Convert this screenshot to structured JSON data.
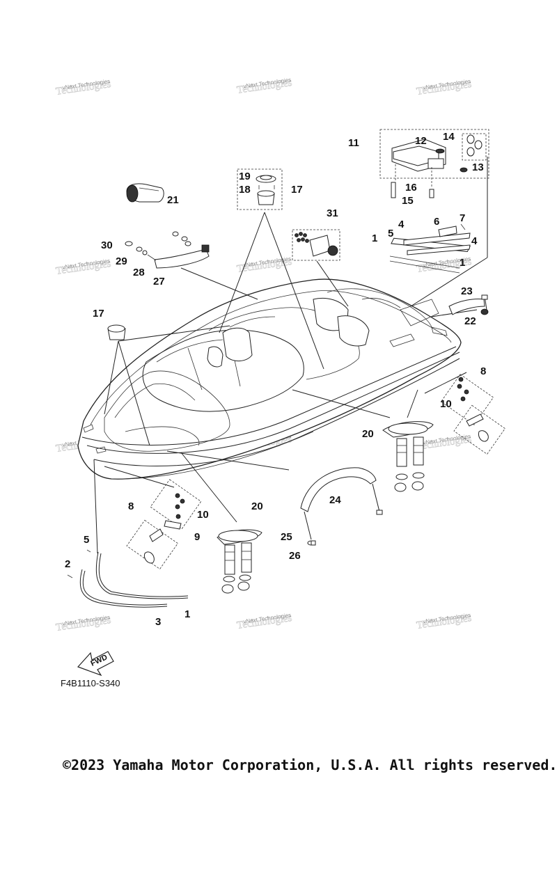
{
  "diagram": {
    "callouts": [
      {
        "label": "1"
      },
      {
        "label": "2"
      },
      {
        "label": "3"
      },
      {
        "label": "4"
      },
      {
        "label": "5"
      },
      {
        "label": "6"
      },
      {
        "label": "7"
      },
      {
        "label": "8"
      },
      {
        "label": "9"
      },
      {
        "label": "10"
      },
      {
        "label": "11"
      },
      {
        "label": "12"
      },
      {
        "label": "13"
      },
      {
        "label": "14"
      },
      {
        "label": "15"
      },
      {
        "label": "16"
      },
      {
        "label": "17"
      },
      {
        "label": "18"
      },
      {
        "label": "19"
      },
      {
        "label": "20"
      },
      {
        "label": "21"
      },
      {
        "label": "22"
      },
      {
        "label": "23"
      },
      {
        "label": "24"
      },
      {
        "label": "25"
      },
      {
        "label": "26"
      },
      {
        "label": "27"
      },
      {
        "label": "28"
      },
      {
        "label": "29"
      },
      {
        "label": "30"
      },
      {
        "label": "31"
      }
    ],
    "watermark": "vNext Technologies",
    "fwd_label": "FWD",
    "part_code": "F4B1110-S340"
  },
  "footer": {
    "copyright": "©2023 Yamaha Motor Corporation, U.S.A. All rights reserved."
  }
}
